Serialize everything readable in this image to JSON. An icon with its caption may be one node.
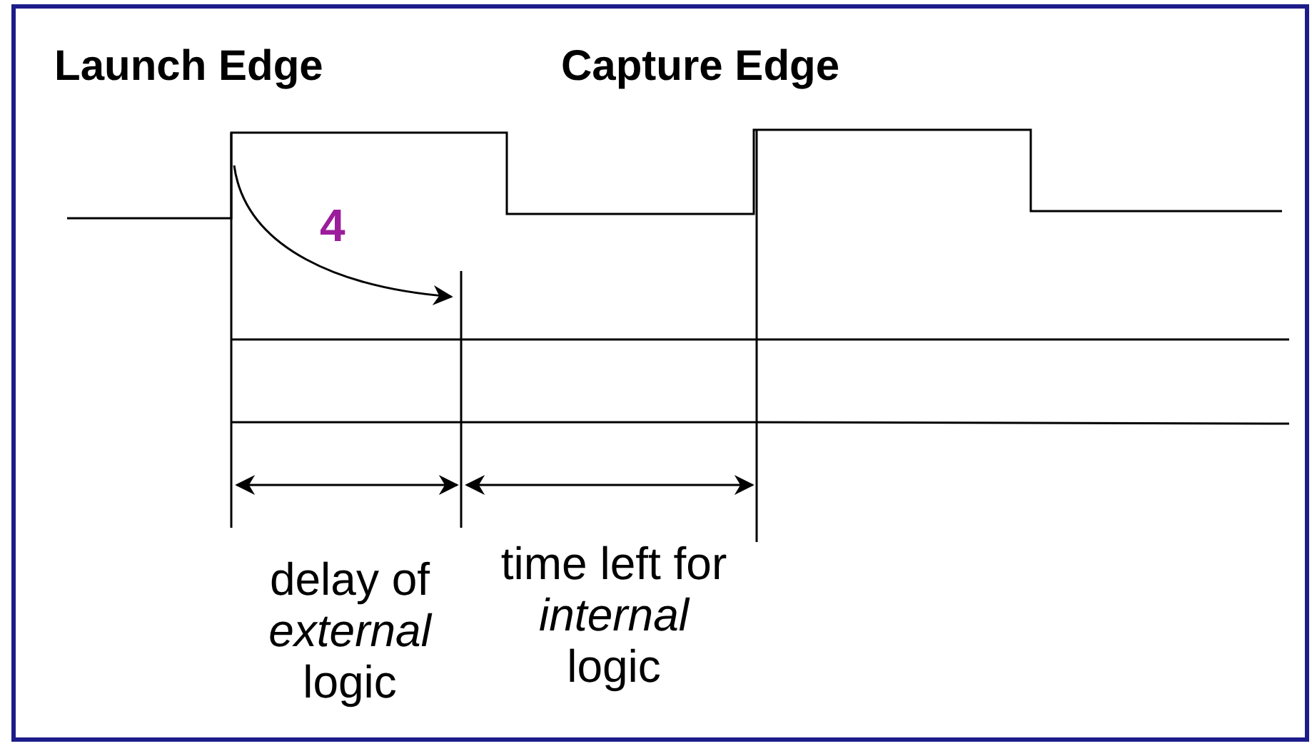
{
  "diagram": {
    "labels": [
      "Launch Edge",
      "Capture Edge",
      "4",
      "delay of *external* logic",
      "time left for *internal* logic"
    ]
  }
}
